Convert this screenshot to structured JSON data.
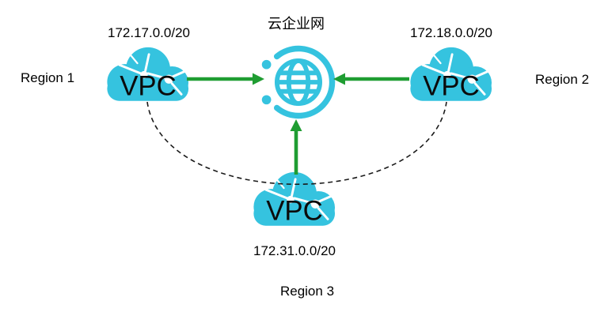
{
  "diagram": {
    "cen": {
      "label": "云企业网",
      "icon": "cen-globe-icon"
    },
    "vpcs": [
      {
        "label": "VPC",
        "cidr": "172.17.0.0/20",
        "region": "Region 1",
        "position": "left"
      },
      {
        "label": "VPC",
        "cidr": "172.18.0.0/20",
        "region": "Region 2",
        "position": "right"
      },
      {
        "label": "VPC",
        "cidr": "172.31.0.0/20",
        "region": "Region 3",
        "position": "bottom"
      }
    ],
    "connections": [
      {
        "from": "vpc-region-1",
        "to": "cen",
        "style": "solid-arrow"
      },
      {
        "from": "vpc-region-2",
        "to": "cen",
        "style": "solid-arrow"
      },
      {
        "from": "vpc-region-3",
        "to": "cen",
        "style": "solid-arrow"
      },
      {
        "from": "vpc-region-1",
        "to": "vpc-region-2",
        "style": "dashed-curve"
      }
    ],
    "colors": {
      "icon_cyan": "#35c3df",
      "arrow_green": "#1f9d32",
      "dashed_line": "#1a1a1a",
      "text": "#000000"
    }
  }
}
